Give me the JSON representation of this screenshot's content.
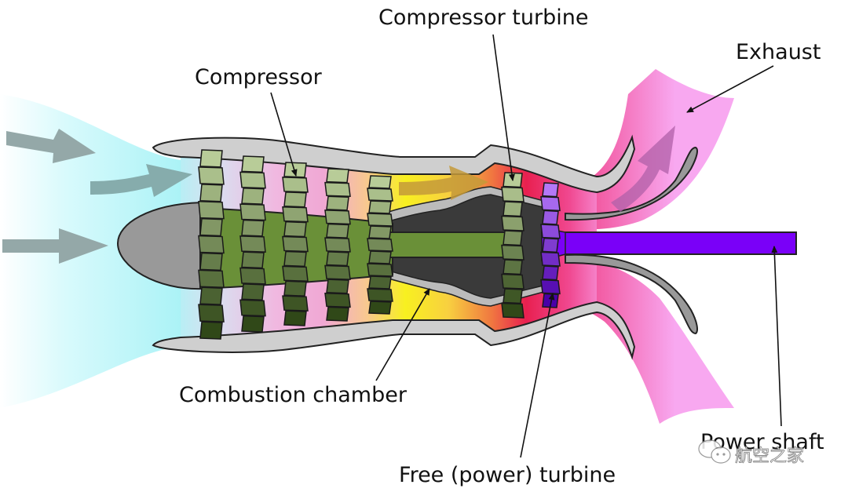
{
  "diagram": {
    "title": "Free-turbine turboshaft engine",
    "labels": {
      "compressor": "Compressor",
      "compressor_turbine": "Compressor turbine",
      "exhaust": "Exhaust",
      "combustion_chamber": "Combustion chamber",
      "free_power_turbine": "Free (power) turbine",
      "power_shaft": "Power shaft"
    },
    "compressor_stages": 5,
    "colors": {
      "intake_air": "#b8f4f8",
      "compressor_zone": "#f0a8d8",
      "combustion_yellow": "#f8f020",
      "hot_red": "#e8204a",
      "exhaust_pink": "#f8a8f0",
      "compressor_blade_light": "#b8cc98",
      "compressor_blade_dark": "#304818",
      "spool_green": "#6a9038",
      "power_turbine_purple": "#7010d8",
      "power_shaft_purple": "#7a00f8",
      "casing_gray": "#c8c8c8",
      "nose_cone_gray": "#999999",
      "core_dark": "#3a3a3a",
      "arrow_gray": "#90a0a0"
    }
  },
  "watermark": {
    "text": "航空之家",
    "icon": "wechat-icon"
  }
}
